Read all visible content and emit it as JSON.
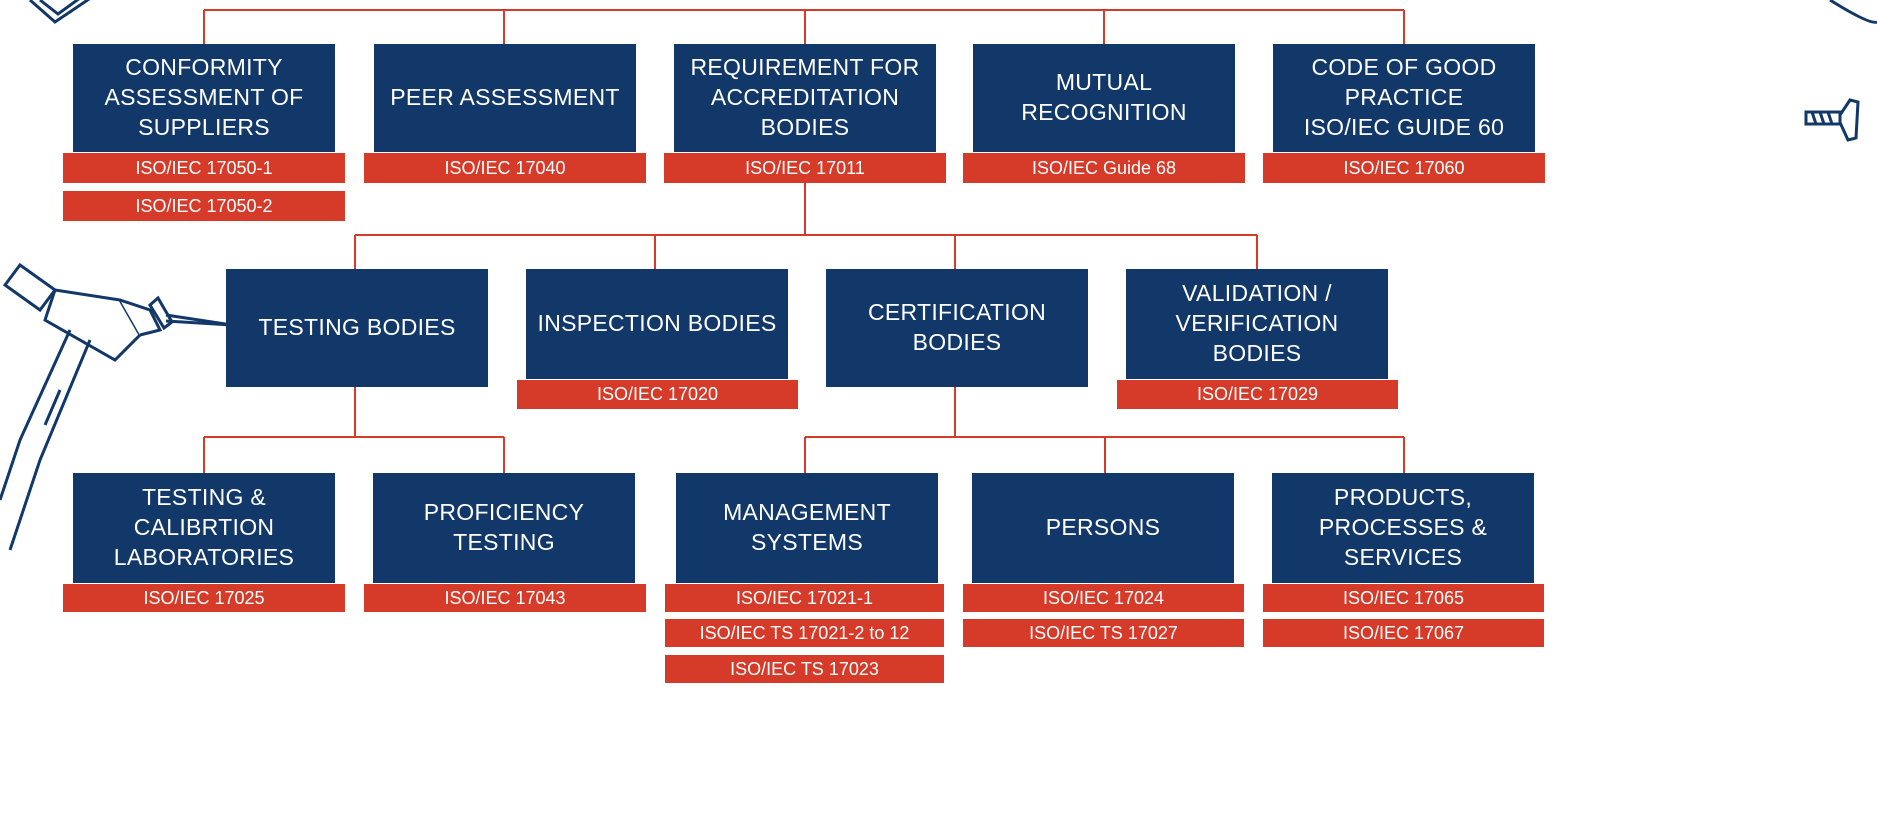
{
  "colors": {
    "box": "#12386a",
    "tag": "#d63b2a",
    "line": "#d63b2a",
    "deco": "#12386a"
  },
  "top_row": [
    {
      "title": "CONFORMITY\nASSESSMENT OF\nSUPPLIERS",
      "standards": [
        "ISO/IEC 17050-1",
        "ISO/IEC 17050-2"
      ]
    },
    {
      "title": "PEER ASSESSMENT",
      "standards": [
        "ISO/IEC 17040"
      ]
    },
    {
      "title": "REQUIREMENT FOR\nACCREDITATION  BODIES",
      "standards": [
        "ISO/IEC 17011"
      ]
    },
    {
      "title": "MUTUAL RECOGNITION",
      "standards": [
        "ISO/IEC Guide 68"
      ]
    },
    {
      "title": "CODE OF GOOD\nPRACTICE\nISO/IEC GUIDE 60",
      "standards": [
        "ISO/IEC 17060"
      ]
    }
  ],
  "middle_row": [
    {
      "title": "TESTING BODIES",
      "standards": []
    },
    {
      "title": "INSPECTION BODIES",
      "standards": [
        "ISO/IEC 17020"
      ]
    },
    {
      "title": "CERTIFICATION BODIES",
      "standards": []
    },
    {
      "title": "VALIDATION /\nVERIFICATION BODIES",
      "standards": [
        "ISO/IEC 17029"
      ]
    }
  ],
  "bottom_row": [
    {
      "title": "TESTING & CALIBRTION\nLABORATORIES",
      "standards": [
        "ISO/IEC 17025"
      ]
    },
    {
      "title": "PROFICIENCY TESTING",
      "standards": [
        "ISO/IEC 17043"
      ]
    },
    {
      "title": "MANAGEMENT SYSTEMS",
      "standards": [
        "ISO/IEC 17021-1",
        "ISO/IEC TS 17021-2 to 12",
        "ISO/IEC TS 17023"
      ]
    },
    {
      "title": "PERSONS",
      "standards": [
        "ISO/IEC 17024",
        "ISO/IEC TS 17027"
      ]
    },
    {
      "title": "PRODUCTS,\nPROCESSES & SERVICES",
      "standards": [
        "ISO/IEC 17065",
        "ISO/IEC 17067"
      ]
    }
  ],
  "decorations": [
    "hammer-icon",
    "nail-icon",
    "screw-icon",
    "screwdriver-icon"
  ]
}
